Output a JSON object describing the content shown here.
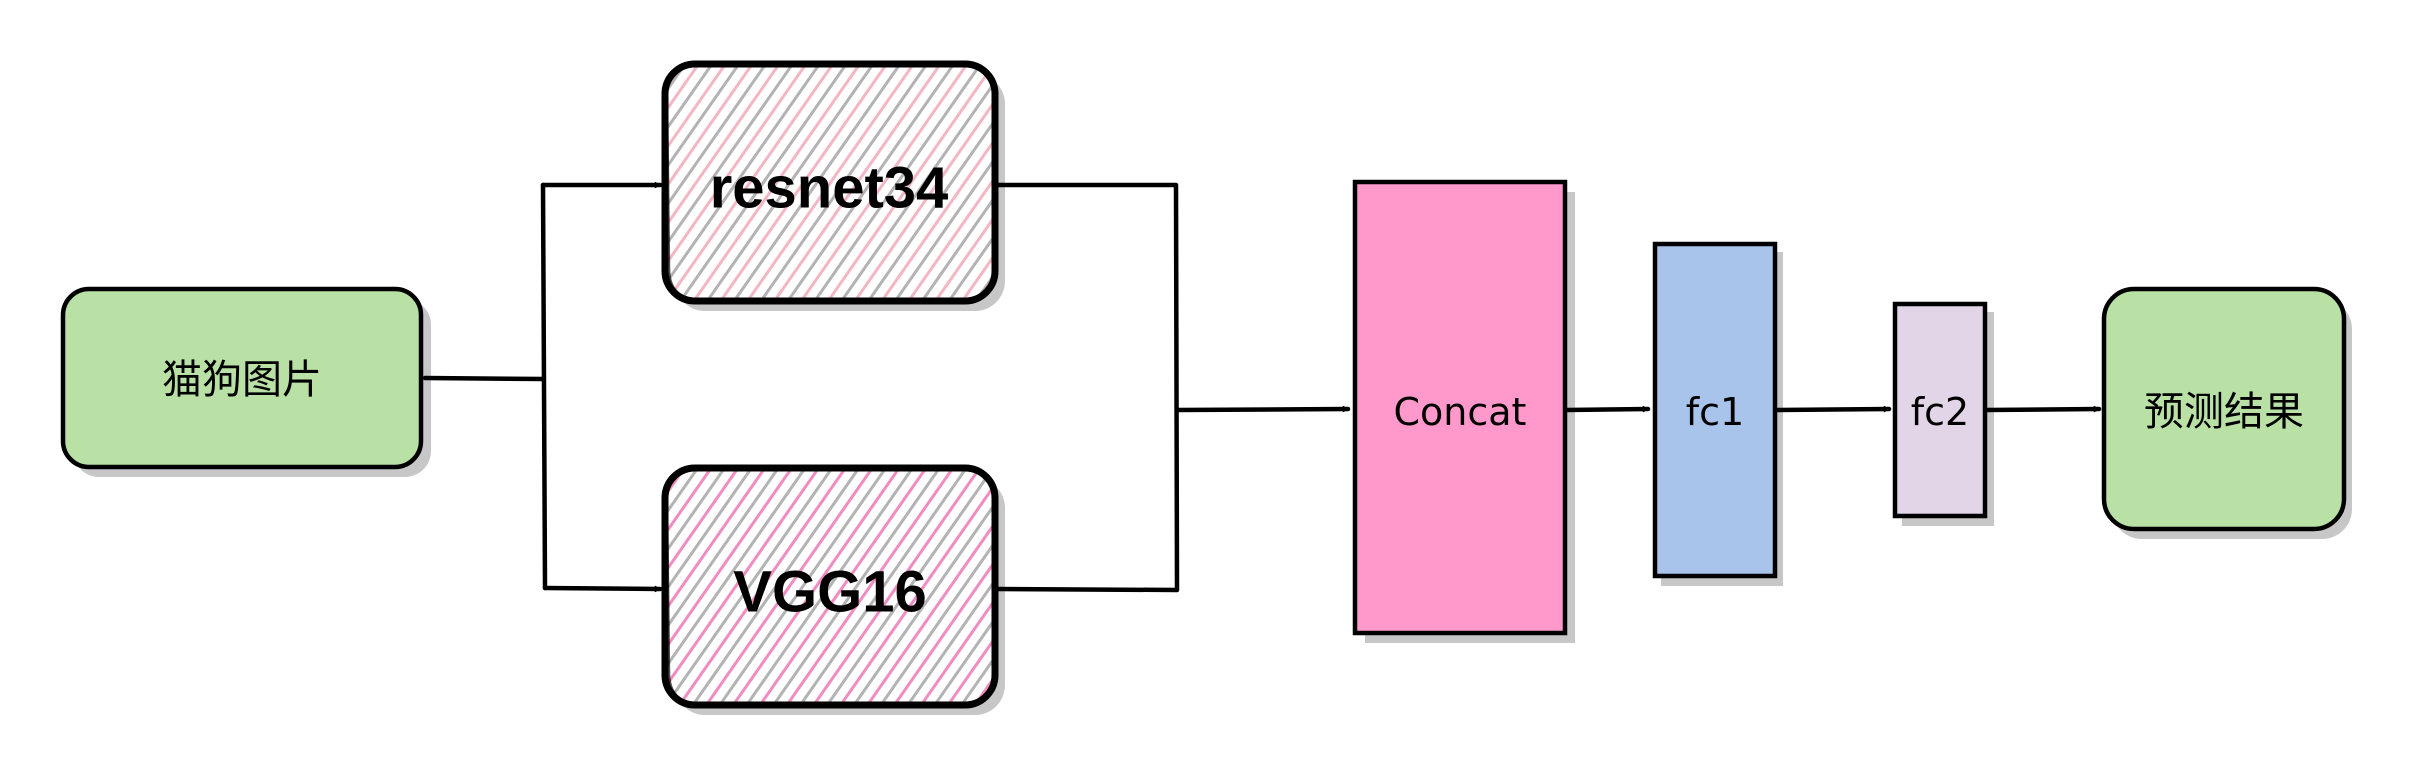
{
  "nodes": {
    "input": {
      "label": "猫狗图片",
      "fill": "#b9e0a5"
    },
    "resnet": {
      "label": "resnet34",
      "hatch": "#f4b6c2"
    },
    "vgg": {
      "label": "VGG16",
      "hatch": "#f08cc0"
    },
    "concat": {
      "label": "Concat",
      "fill": "#ff99cc"
    },
    "fc1": {
      "label": "fc1",
      "fill": "#a9c4eb"
    },
    "fc2": {
      "label": "fc2",
      "fill": "#e1d5e7"
    },
    "output": {
      "label": "预测结果",
      "fill": "#b9e0a5"
    }
  },
  "colors": {
    "stroke": "#000000",
    "shadow": "#bdbdbd",
    "hatch_gray": "#b3b3b3"
  }
}
